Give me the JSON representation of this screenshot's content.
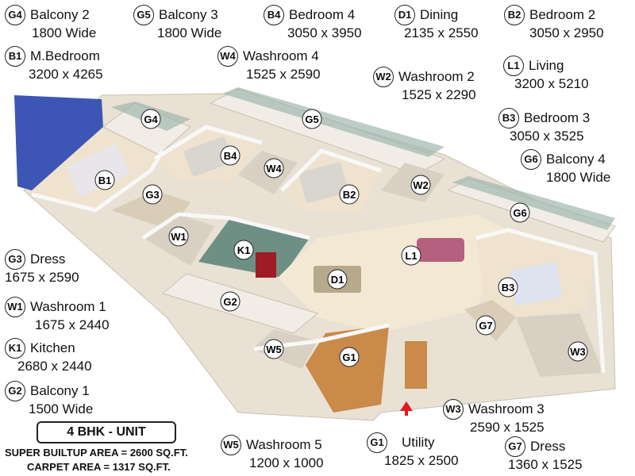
{
  "rooms": {
    "G4": {
      "code": "G4",
      "name": "Balcony 2",
      "dim": "1800 Wide"
    },
    "G5": {
      "code": "G5",
      "name": "Balcony 3",
      "dim": "1800 Wide"
    },
    "B4": {
      "code": "B4",
      "name": "Bedroom 4",
      "dim": "3050 x 3950"
    },
    "D1": {
      "code": "D1",
      "name": "Dining",
      "dim": "2135 x 2550"
    },
    "B2": {
      "code": "B2",
      "name": "Bedroom 2",
      "dim": "3050 x 2950"
    },
    "B1": {
      "code": "B1",
      "name": "M.Bedroom",
      "dim": "3200 x 4265"
    },
    "W4": {
      "code": "W4",
      "name": "Washroom 4",
      "dim": "1525 x 2590"
    },
    "L1": {
      "code": "L1",
      "name": "Living",
      "dim": "3200 x 5210"
    },
    "W2": {
      "code": "W2",
      "name": "Washroom 2",
      "dim": "1525 x 2290"
    },
    "B3": {
      "code": "B3",
      "name": "Bedroom 3",
      "dim": "3050 x 3525"
    },
    "G6": {
      "code": "G6",
      "name": "Balcony 4",
      "dim": "1800 Wide"
    },
    "G3": {
      "code": "G3",
      "name": "Dress",
      "dim": "1675 x 2590"
    },
    "W1": {
      "code": "W1",
      "name": "Washroom 1",
      "dim": "1675 x 2440"
    },
    "K1": {
      "code": "K1",
      "name": "Kitchen",
      "dim": "2680 x 2440"
    },
    "G2": {
      "code": "G2",
      "name": "Balcony 1",
      "dim": "1500 Wide"
    },
    "W3": {
      "code": "W3",
      "name": "Washroom 3",
      "dim": "2590 x 1525"
    },
    "W5": {
      "code": "W5",
      "name": "Washroom 5",
      "dim": "1200 x 1000"
    },
    "G1": {
      "code": "G1",
      "name": "Utility",
      "dim": "1825 x 2500"
    },
    "G7": {
      "code": "G7",
      "name": "Dress",
      "dim": "1360 x 1525"
    }
  },
  "unit_title": "4 BHK - UNIT",
  "super_area": "SUPER BUILTUP AREA = 2600 SQ.FT.",
  "carpet_area": "CARPET AREA = 1317 SQ.FT.",
  "colors": {
    "accent_wall": "#3d56b5",
    "floor": "#efe3cf",
    "wood": "#c98a4a",
    "wall": "#f4f4f4",
    "glass": "#9fb6ae",
    "kitchen": "#6e8f84",
    "entry": "#e0191c"
  }
}
